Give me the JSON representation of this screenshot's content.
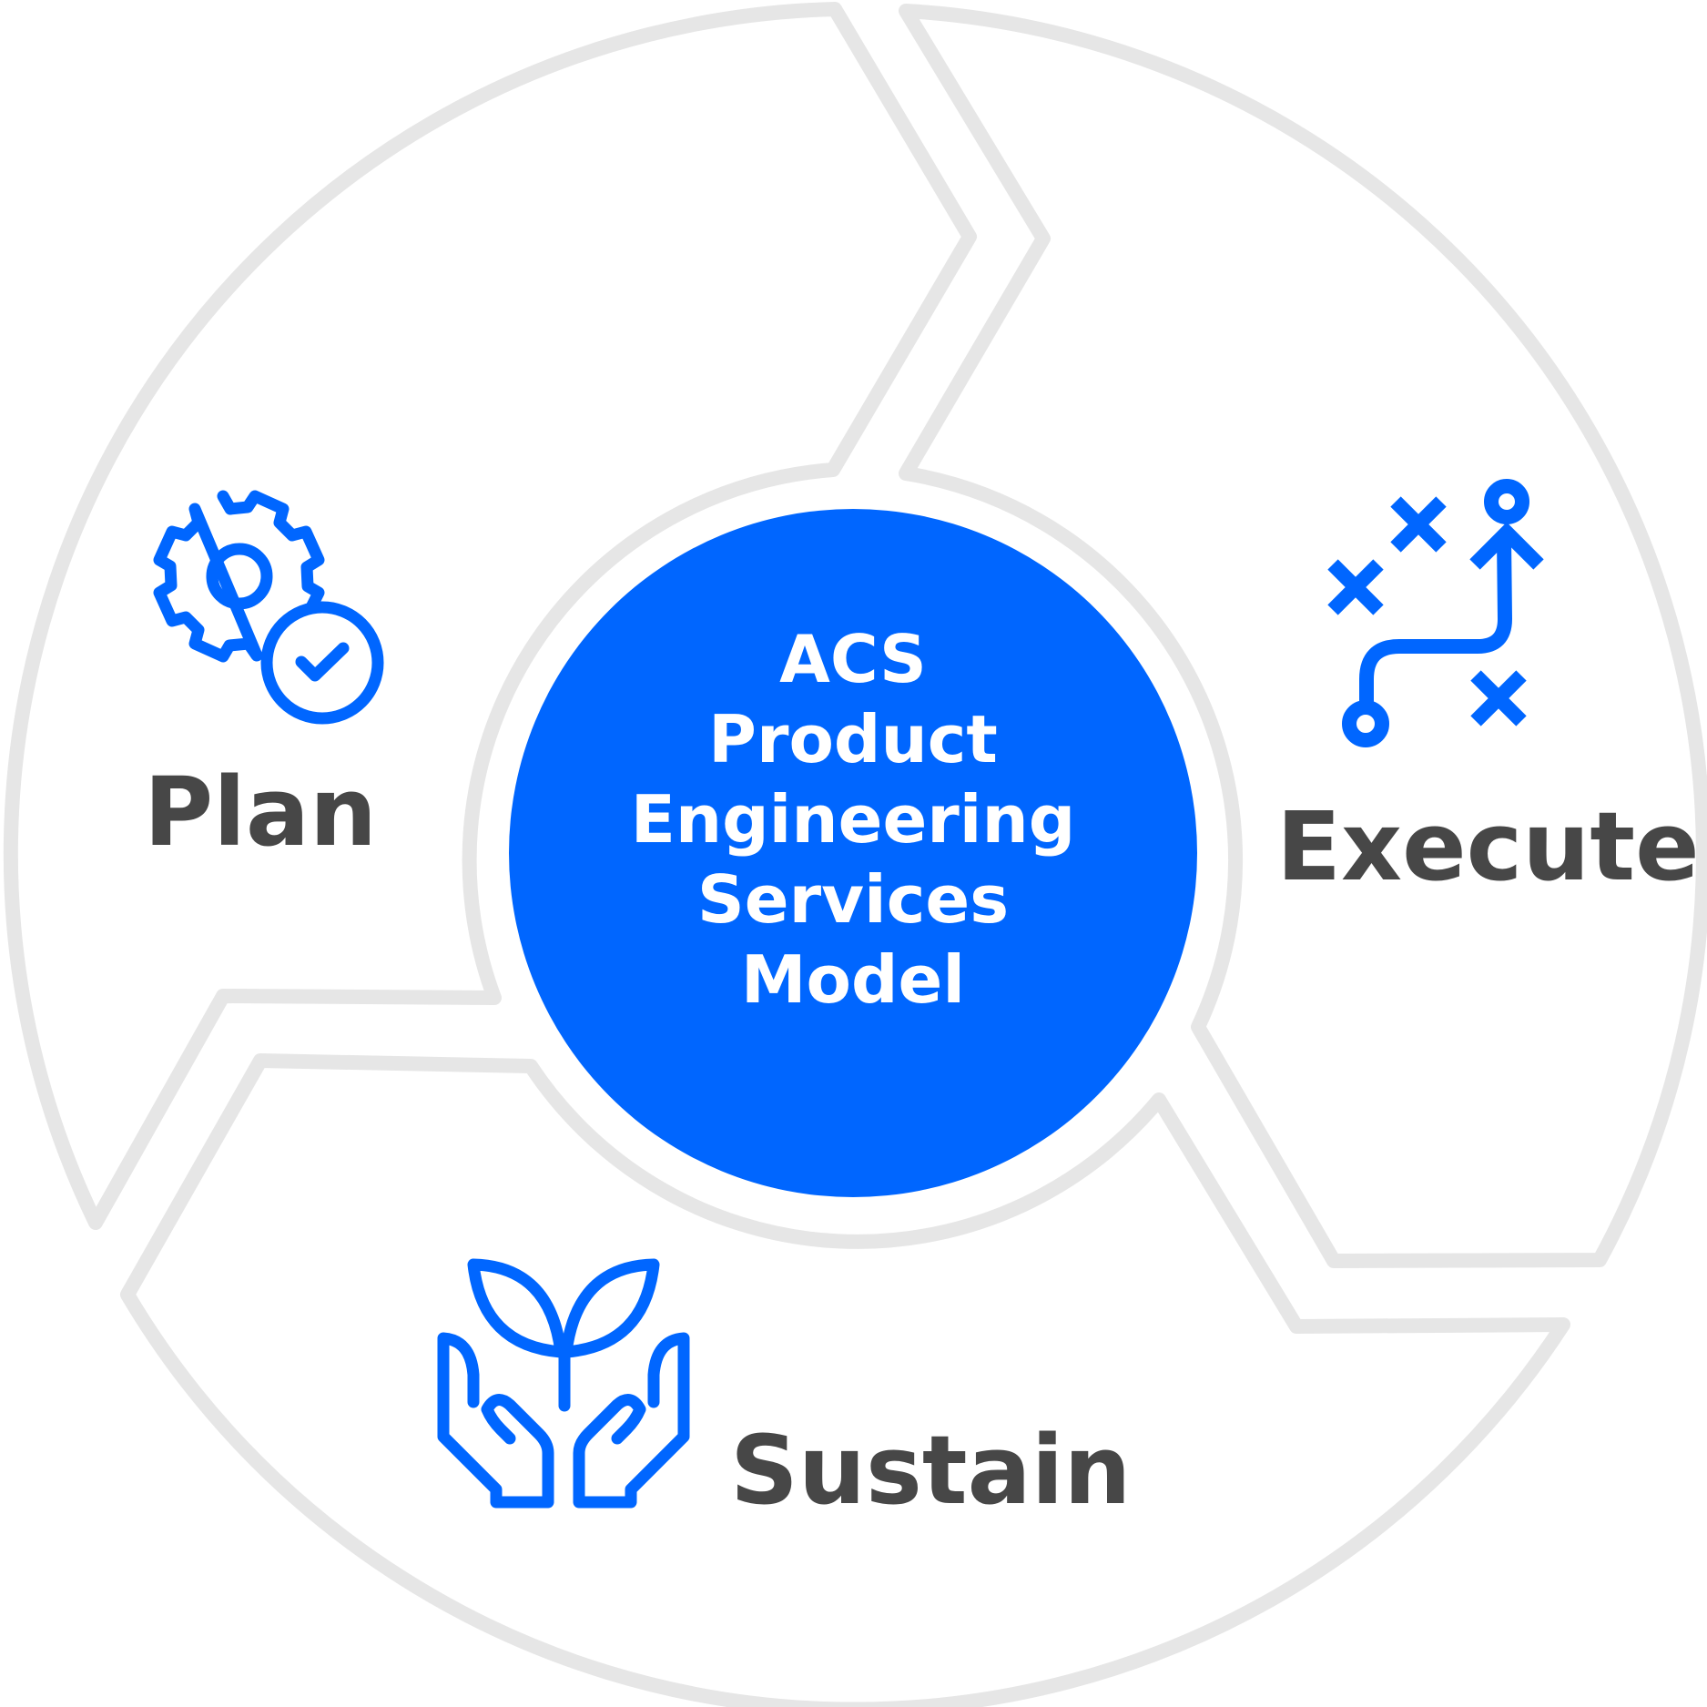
{
  "center": {
    "lines": [
      "ACS",
      "Product",
      "Engineering",
      "Services",
      "Model"
    ],
    "color": "#0066ff"
  },
  "segments": [
    {
      "label": "Plan",
      "icon": "gear-check-icon"
    },
    {
      "label": "Execute",
      "icon": "strategy-path-icon"
    },
    {
      "label": "Sustain",
      "icon": "hands-plant-icon"
    }
  ],
  "colors": {
    "ring_stroke": "#e6e6e6",
    "icon": "#0066ff",
    "label_text": "#474747",
    "center_text": "#ffffff"
  }
}
